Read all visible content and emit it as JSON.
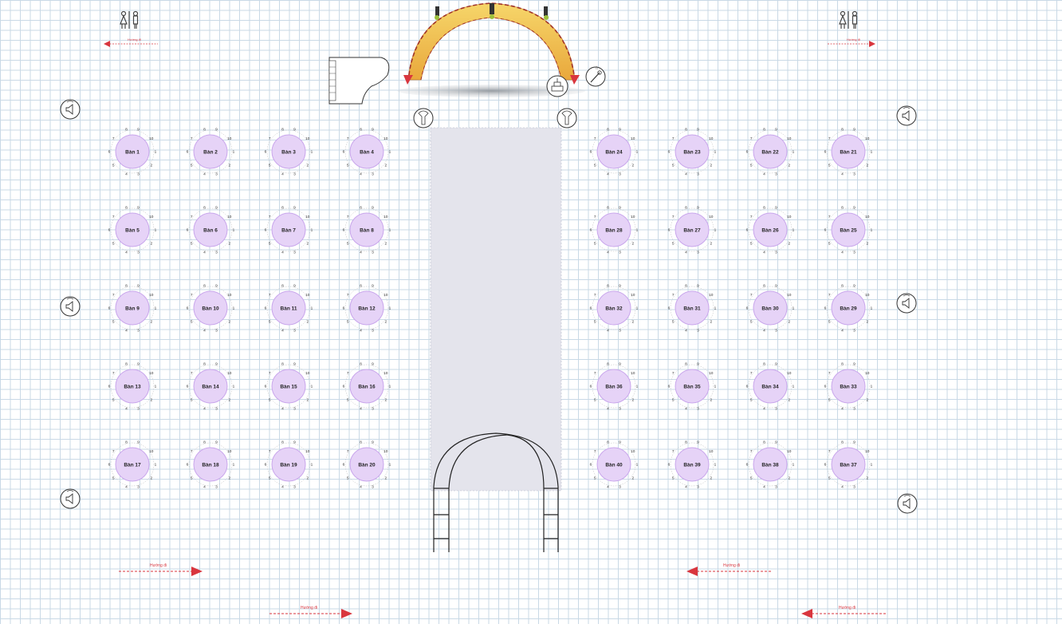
{
  "colors": {
    "table_fill": "#e6d3f7",
    "table_stroke": "#c9a6ec",
    "aisle": "#e4e4ec",
    "arrow": "#d9363e",
    "stage_gold": "#f2c94c",
    "stage_orange": "#e8a33b",
    "stage_edge": "#b5502a"
  },
  "seat_numbers": [
    "1",
    "2",
    "3",
    "4",
    "5",
    "6",
    "7",
    "8",
    "9",
    "10"
  ],
  "tables": [
    {
      "label": "Bàn 1"
    },
    {
      "label": "Bàn 2"
    },
    {
      "label": "Bàn 3"
    },
    {
      "label": "Bàn 4"
    },
    {
      "label": "Bàn 24"
    },
    {
      "label": "Bàn 23"
    },
    {
      "label": "Bàn 22"
    },
    {
      "label": "Bàn 21"
    },
    {
      "label": "Bàn 5"
    },
    {
      "label": "Bàn 6"
    },
    {
      "label": "Bàn 7"
    },
    {
      "label": "Bàn 8"
    },
    {
      "label": "Bàn 28"
    },
    {
      "label": "Bàn 27"
    },
    {
      "label": "Bàn 26"
    },
    {
      "label": "Bàn 25"
    },
    {
      "label": "Bàn 9"
    },
    {
      "label": "Bàn 10"
    },
    {
      "label": "Bàn 11"
    },
    {
      "label": "Bàn 12"
    },
    {
      "label": "Bàn 32"
    },
    {
      "label": "Bàn 31"
    },
    {
      "label": "Bàn 30"
    },
    {
      "label": "Bàn 29"
    },
    {
      "label": "Bàn 13"
    },
    {
      "label": "Bàn 14"
    },
    {
      "label": "Bàn 15"
    },
    {
      "label": "Bàn 16"
    },
    {
      "label": "Bàn 36"
    },
    {
      "label": "Bàn 35"
    },
    {
      "label": "Bàn 34"
    },
    {
      "label": "Bàn 33"
    },
    {
      "label": "Bàn 17"
    },
    {
      "label": "Bàn 18"
    },
    {
      "label": "Bàn 19"
    },
    {
      "label": "Bàn 20"
    },
    {
      "label": "Bàn 40"
    },
    {
      "label": "Bàn 39"
    },
    {
      "label": "Bàn 38"
    },
    {
      "label": "Bàn 37"
    }
  ],
  "direction_labels": [
    "Hướng đi",
    "Hướng đi",
    "Hướng đi",
    "Hướng đi",
    "Hướng đi",
    "Hướng đi"
  ],
  "icons": {
    "restroom": "restroom-icon",
    "speaker": "speaker-icon",
    "piano": "grand-piano-icon",
    "cake": "wedding-cake-icon",
    "champagne": "champagne-tower-icon",
    "stage": "stage-arch",
    "entrance_arch": "entrance-arch"
  }
}
